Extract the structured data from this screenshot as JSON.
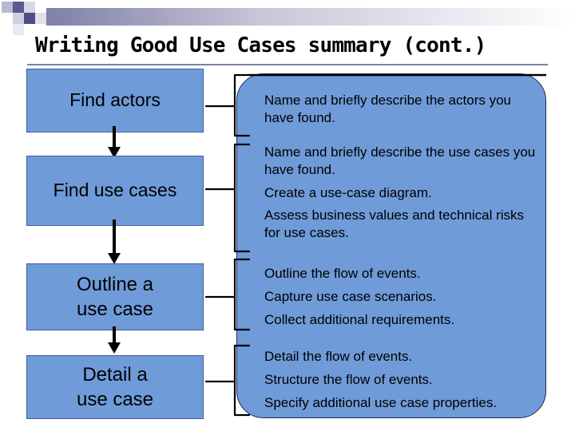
{
  "title": "Writing Good Use Cases summary (cont.)",
  "colors": {
    "box_fill": "#6f9bd9",
    "panel_fill": "#6f9bd9",
    "title_bar": "#7f7fa8",
    "accent": "#1a2c55"
  },
  "steps": [
    {
      "label": "Find actors",
      "descriptions": [
        "Name and briefly describe the actors you have found."
      ]
    },
    {
      "label": "Find use cases",
      "descriptions": [
        "Name and briefly describe the use cases you have found.",
        "Create a use-case diagram.",
        "Assess business values and technical risks for use cases."
      ]
    },
    {
      "label": "Outline a use case",
      "descriptions": [
        "Outline the flow of events.",
        "Capture use case scenarios.",
        "Collect additional requirements."
      ]
    },
    {
      "label": "Detail a use case",
      "descriptions": [
        "Detail the flow of events.",
        "Structure the flow of events.",
        "Specify additional use case properties."
      ]
    }
  ]
}
